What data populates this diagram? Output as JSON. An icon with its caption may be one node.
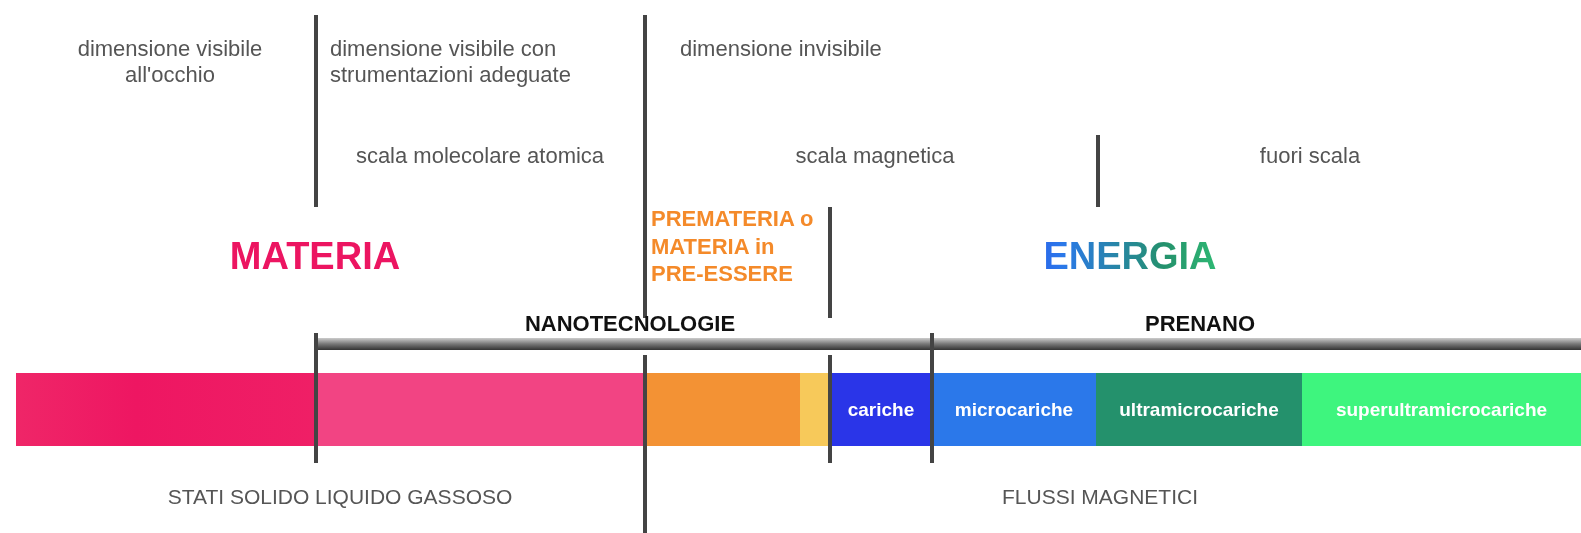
{
  "diagram": {
    "nodes": [
      {
        "text": [],
        "shape": "bar"
      },
      {
        "text": [],
        "shape": "bar"
      },
      {
        "text": [],
        "shape": "bar"
      },
      {
        "text": [],
        "shape": "bar"
      },
      {
        "text": [
          "cariche"
        ]
      },
      {
        "text": [
          "microcariche"
        ]
      },
      {
        "text": [
          "ultramicrocariche"
        ]
      },
      {
        "text": [
          "superultramicrocariche"
        ]
      }
    ],
    "labels": [
      "dimensione visibile all'occhio",
      "dimensione visibile con strumentazioni adeguate",
      "dimensione invisibile",
      "scala molecolare atomica",
      "scala magnetica",
      "fuori scala",
      "MATERIA",
      "PREMATERIA o MATERIA in PRE-ESSERE",
      "ENERGIA",
      "NANOTECNOLOGIE",
      "PRENANO",
      "STATI SOLIDO LIQUIDO GASSOSO",
      "FLUSSI MAGNETICI"
    ]
  }
}
